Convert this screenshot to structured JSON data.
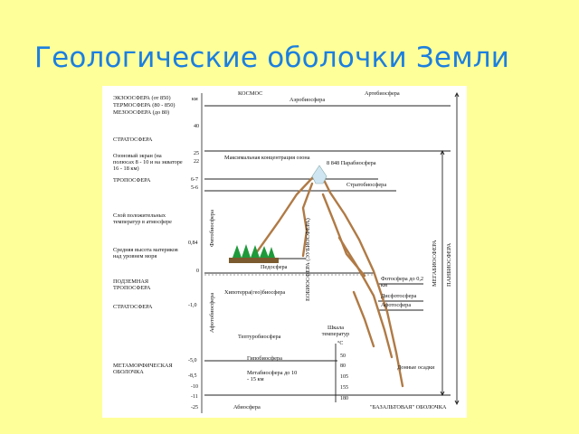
{
  "slide": {
    "title": "Геологические оболочки Земли"
  },
  "left_labels": {
    "exosphere": "ЭКЗООСФЕРА (от 850)",
    "thermosphere": "ТЕРМОСФЕРА (80 - 850)",
    "mesosphere": "МЕЗООСФЕРА (до 80)",
    "stratosphere": "СТРАТОСФЕРА",
    "ozone_screen": "Озоновый экран (на полюсах 8 - 10 и на экваторе 16 - 18 км)",
    "troposphere": "ТРОПОСФЕРА",
    "temp_layer": "Слой положительных температур в атмосфере",
    "avg_height": "Средняя высота материков над уровнем моря",
    "underground_troposphere": "ПОДЗЕМНАЯ ТРОПОСФЕРА",
    "underground_stratosphere": "СТРАТОСФЕРА",
    "metamorphic": "МЕТАМОРФИЧЕСКАЯ ОБОЛОЧКА"
  },
  "scale": {
    "unit": "км",
    "ticks": [
      "40",
      "25",
      "22",
      "6-7",
      "5-6",
      "0,84",
      "0",
      "-1,0",
      "-5,0",
      "-8,5",
      "-10",
      "-11",
      "-25"
    ]
  },
  "layers": {
    "cosmos": "КОСМОС",
    "aerobiosphere": "Аэробиосфера",
    "artebiosphere": "Артебиосфера",
    "max_ozone": "Максимальная концентрация озона",
    "parabiosphere": "8 848 Парабиосфера",
    "stratobiosphere": "Стратобиосфера",
    "phytobiosphere": "Фитобиосфера",
    "pedosphere": "Педосфера",
    "hypoterra": "Хипотерра(гео)биосфера",
    "eobiosphere": "ЕОБИОСФЕРА (ЭУБИОСФЕРА)",
    "photosphere": "Фотосфера до 0,2 км",
    "dysphotosphere": "Дисфотосфера",
    "aphotosphere": "Афотосфера",
    "aphotobiosphere": "Афотобиосфера",
    "teptobiosphere": "Тептуробиосфера",
    "hypobiosphere": "Гипобиосфера",
    "metabiosphere": "Метабиосфера до 10 - 15 км",
    "abiosphere": "Абиосфера",
    "basalt": "\"БАЗАЛЬТОВАЯ\" ОБОЛОЧКА",
    "bottom_sediments": "Донные осадки",
    "megabiosphere": "МЕГАБИОСФЕРА",
    "panbiosphere": "ПАНБИОСФЕРА"
  },
  "temperature_scale": {
    "label": "Шкала температур",
    "unit": "°С",
    "values": [
      "50",
      "80",
      "105",
      "155",
      "180"
    ]
  }
}
